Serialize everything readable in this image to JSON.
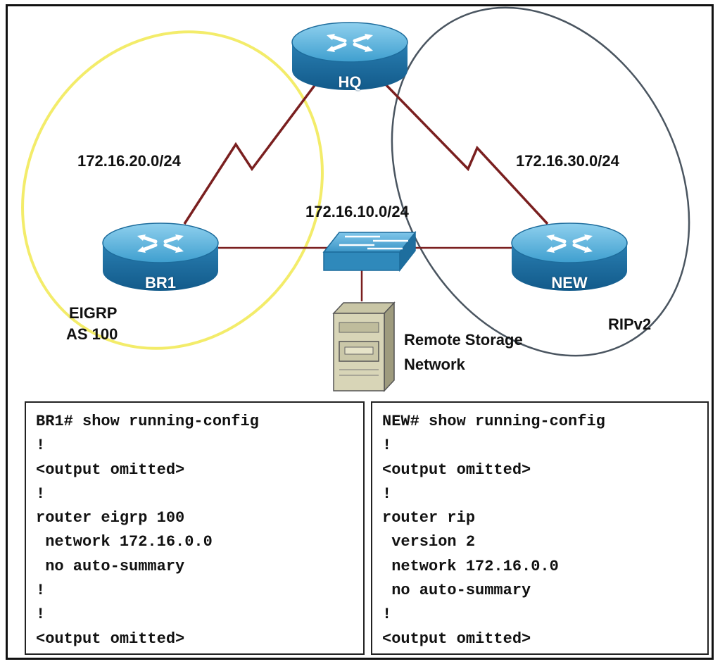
{
  "routers": {
    "hq": {
      "name": "HQ"
    },
    "br1": {
      "name": "BR1"
    },
    "new": {
      "name": "NEW"
    }
  },
  "links": {
    "hq_br1": "172.16.20.0/24",
    "hq_new": "172.16.30.0/24",
    "lan": "172.16.10.0/24"
  },
  "domains": {
    "eigrp": {
      "line1": "EIGRP",
      "line2": "AS 100",
      "color": "#f3ec6a"
    },
    "rip": {
      "label": "RIPv2",
      "color": "#4a5560"
    }
  },
  "server": {
    "line1": "Remote Storage",
    "line2": "Network"
  },
  "colors": {
    "wan_link": "#7a1f1f",
    "router_blue": "#2e86b8",
    "switch_blue": "#3c9ac8"
  },
  "configs": {
    "br1": [
      "BR1# show running-config",
      "!",
      "<output omitted>",
      "!",
      "router eigrp 100",
      " network 172.16.0.0",
      " no auto-summary",
      "!",
      "!",
      "<output omitted>"
    ],
    "new": [
      "NEW# show running-config",
      "!",
      "<output omitted>",
      "!",
      "router rip",
      " version 2",
      " network 172.16.0.0",
      " no auto-summary",
      "!",
      "<output omitted>"
    ]
  }
}
